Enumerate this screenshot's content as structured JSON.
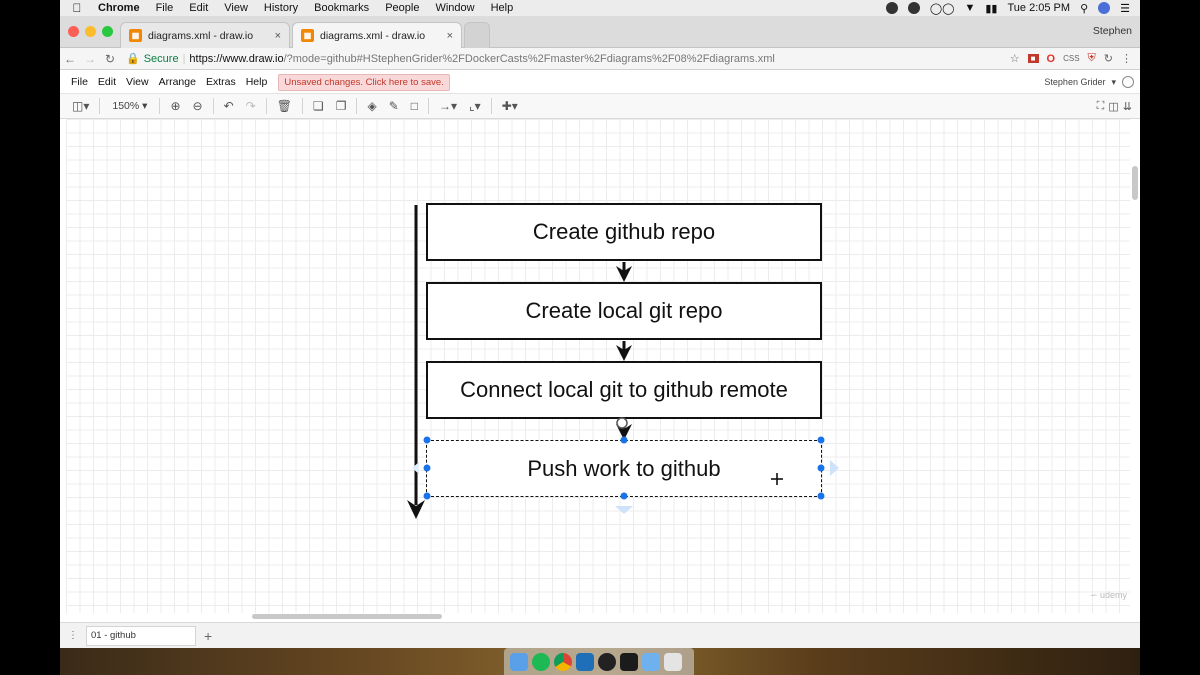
{
  "menubar": {
    "app": "Chrome",
    "items": [
      "File",
      "Edit",
      "View",
      "History",
      "Bookmarks",
      "People",
      "Window",
      "Help"
    ],
    "clock": "Tue 2:05 PM"
  },
  "browser": {
    "tabs": [
      {
        "title": "diagrams.xml - draw.io"
      },
      {
        "title": "diagrams.xml - draw.io"
      }
    ],
    "profile": "Stephen",
    "secure_label": "Secure",
    "url_host": "https://www.draw.io",
    "url_path": "/?mode=github#HStephenGrider%2FDockerCasts%2Fmaster%2Fdiagrams%2F08%2Fdiagrams.xml",
    "ext_css": "CSS"
  },
  "drawio": {
    "menu": [
      "File",
      "Edit",
      "View",
      "Arrange",
      "Extras",
      "Help"
    ],
    "unsaved": "Unsaved changes. Click here to save.",
    "user": "Stephen Grider",
    "zoom": "150%",
    "page_tab": "01 - github"
  },
  "diagram": {
    "steps": [
      {
        "label": "Create github repo"
      },
      {
        "label": "Create local git repo"
      },
      {
        "label": "Connect local git to github remote"
      },
      {
        "label": "Push work to github"
      }
    ]
  },
  "colors": {
    "selection": "#1a73e8",
    "drawio_orange": "#f08705",
    "unsaved_bg": "#f8d8d8"
  }
}
